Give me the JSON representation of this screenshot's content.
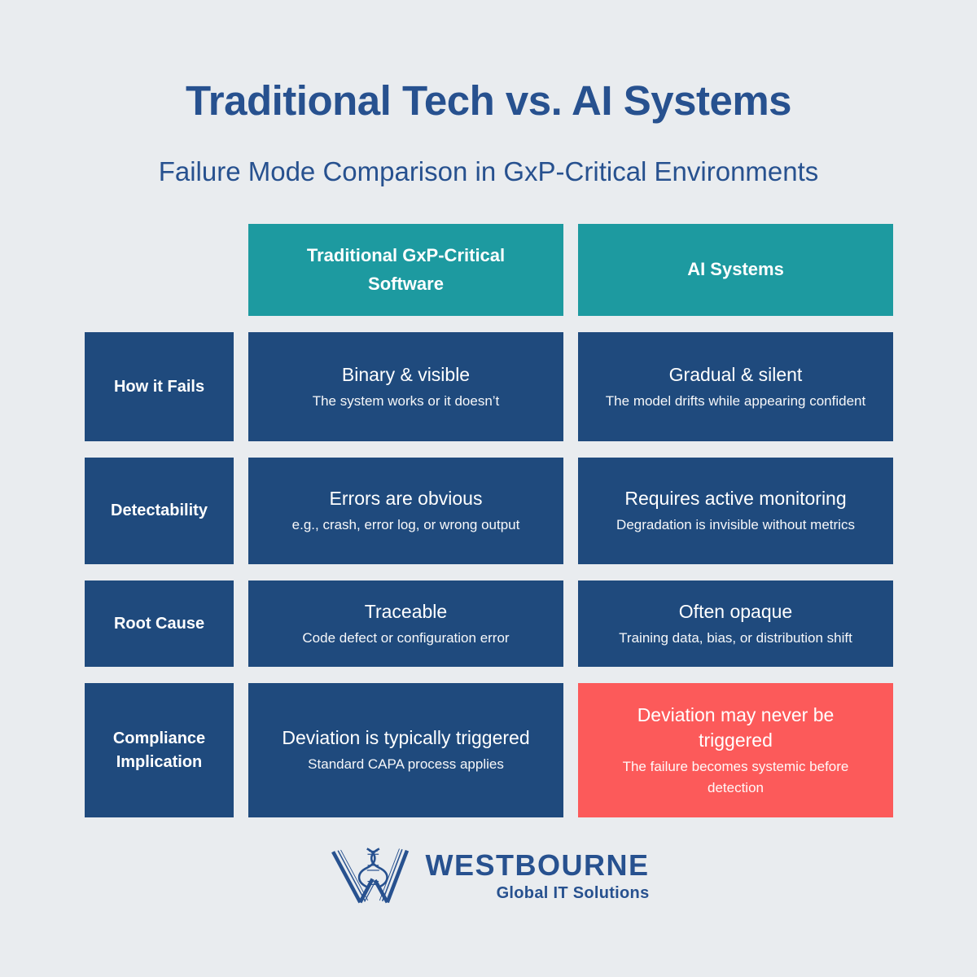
{
  "title": "Traditional Tech vs. AI Systems",
  "subtitle": "Failure Mode Comparison in GxP-Critical Environments",
  "table": {
    "col_headers": [
      {
        "label": "Traditional GxP-Critical Software"
      },
      {
        "label": "AI Systems"
      }
    ],
    "rows": [
      {
        "label": "How it Fails",
        "traditional": {
          "title": "Binary & visible",
          "desc": "The system works or it doesn’t"
        },
        "ai": {
          "title": "Gradual & silent",
          "desc": "The model drifts while appearing confident"
        }
      },
      {
        "label": "Detectability",
        "traditional": {
          "title": "Errors are obvious",
          "desc": "e.g., crash, error log, or wrong output"
        },
        "ai": {
          "title": "Requires active monitoring",
          "desc": "Degradation is invisible without metrics"
        }
      },
      {
        "label": "Root Cause",
        "traditional": {
          "title": "Traceable",
          "desc": "Code defect or configuration error"
        },
        "ai": {
          "title": "Often opaque",
          "desc": "Training data, bias, or distribution shift"
        }
      },
      {
        "label": "Compliance Implication",
        "traditional": {
          "title": "Deviation is typically triggered",
          "desc": "Standard CAPA process applies"
        },
        "ai": {
          "title": "Deviation may never be triggered",
          "desc": "The failure becomes systemic before detection",
          "highlight": true
        }
      }
    ]
  },
  "footer": {
    "brand": "WESTBOURNE",
    "tagline": "Global IT Solutions",
    "logo_icon": "w-dna-logo"
  },
  "colors": {
    "background": "#E9ECEF",
    "header_teal": "#1D9AA0",
    "cell_navy": "#1F4A7D",
    "alert_red": "#FC5A5A",
    "brand_blue": "#27518F",
    "text_white": "#FFFFFF"
  }
}
